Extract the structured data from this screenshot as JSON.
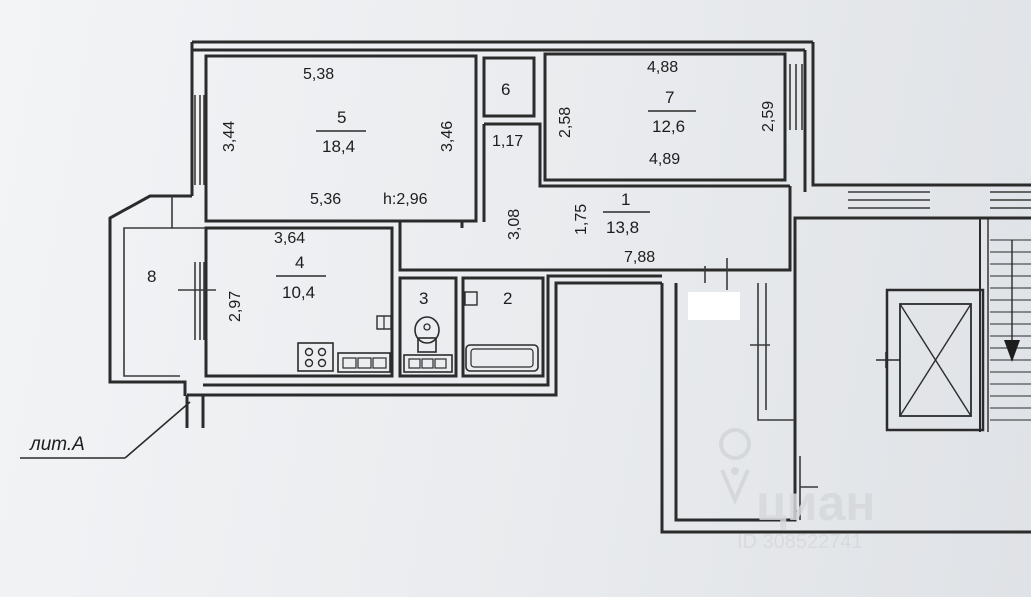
{
  "plan": {
    "reference_label": "лит.А",
    "rooms": [
      {
        "id": "room-5",
        "number": "5",
        "area": "18,4",
        "dim_top": "5,38",
        "dim_bottom": "5,36",
        "dim_left": "3,44",
        "dim_right": "3,46",
        "height": "h:2,96"
      },
      {
        "id": "room-6",
        "number": "6"
      },
      {
        "id": "room-7",
        "number": "7",
        "area": "12,6",
        "dim_top": "4,88",
        "dim_bottom": "4,89",
        "dim_left": "2,58",
        "dim_right": "2,59"
      },
      {
        "id": "room-1",
        "number": "1",
        "area": "13,8",
        "dim_a": "1,17",
        "dim_b": "3,08",
        "dim_c": "1,75",
        "dim_d": "7,88"
      },
      {
        "id": "room-4",
        "number": "4",
        "area": "10,4",
        "dim_top": "3,64",
        "dim_left": "2,97"
      },
      {
        "id": "room-3",
        "number": "3"
      },
      {
        "id": "room-2",
        "number": "2"
      },
      {
        "id": "room-8",
        "number": "8"
      }
    ]
  },
  "watermark": {
    "brand": "циан",
    "id_text": "ID 308522741"
  }
}
